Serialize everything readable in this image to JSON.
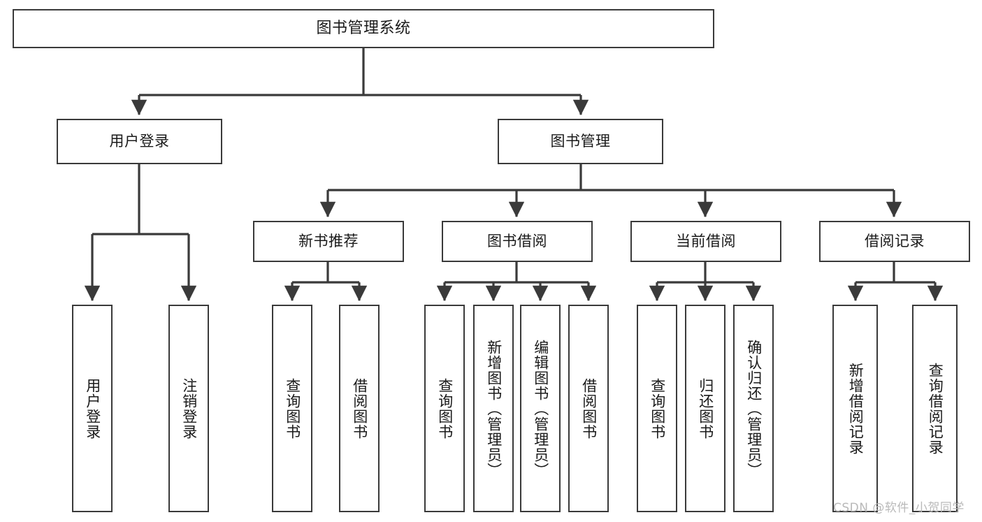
{
  "diagram": {
    "type": "tree-hierarchy",
    "title": "图书管理系统",
    "stroke_color": "#3a3a3a",
    "fill_color": "#ffffff",
    "text_color": "#1a1a1a",
    "nodes": {
      "root": {
        "label": "图书管理系统",
        "level": 1
      },
      "l2": [
        {
          "id": "user-login",
          "label": "用户登录",
          "level": 2
        },
        {
          "id": "book-manage",
          "label": "图书管理",
          "level": 2
        }
      ],
      "l3": [
        {
          "id": "new-book-recommend",
          "label": "新书推荐",
          "level": 3
        },
        {
          "id": "book-borrow",
          "label": "图书借阅",
          "level": 3
        },
        {
          "id": "current-borrow",
          "label": "当前借阅",
          "level": 3
        },
        {
          "id": "borrow-record",
          "label": "借阅记录",
          "level": 3
        }
      ],
      "leaves": [
        {
          "id": "leaf-user-login",
          "label": "用户登录",
          "parent": "user-login"
        },
        {
          "id": "leaf-user-logout",
          "label": "注销登录",
          "parent": "user-login"
        },
        {
          "id": "leaf-query-book-1",
          "label": "查询图书",
          "parent": "new-book-recommend"
        },
        {
          "id": "leaf-borrow-book-1",
          "label": "借阅图书",
          "parent": "new-book-recommend"
        },
        {
          "id": "leaf-query-book-2",
          "label": "查询图书",
          "parent": "book-borrow"
        },
        {
          "id": "leaf-add-book",
          "label": "新增图书（管理员）",
          "parent": "book-borrow"
        },
        {
          "id": "leaf-edit-book",
          "label": "编辑图书（管理员）",
          "parent": "book-borrow"
        },
        {
          "id": "leaf-borrow-book-2",
          "label": "借阅图书",
          "parent": "book-borrow"
        },
        {
          "id": "leaf-query-book-3",
          "label": "查询图书",
          "parent": "current-borrow"
        },
        {
          "id": "leaf-return-book",
          "label": "归还图书",
          "parent": "current-borrow"
        },
        {
          "id": "leaf-confirm-return",
          "label": "确认归还（管理员）",
          "parent": "current-borrow"
        },
        {
          "id": "leaf-add-record",
          "label": "新增借阅记录",
          "parent": "borrow-record"
        },
        {
          "id": "leaf-query-record",
          "label": "查询借阅记录",
          "parent": "borrow-record"
        }
      ]
    }
  },
  "watermark": {
    "text": "CSDN @软件_小贺同学"
  }
}
